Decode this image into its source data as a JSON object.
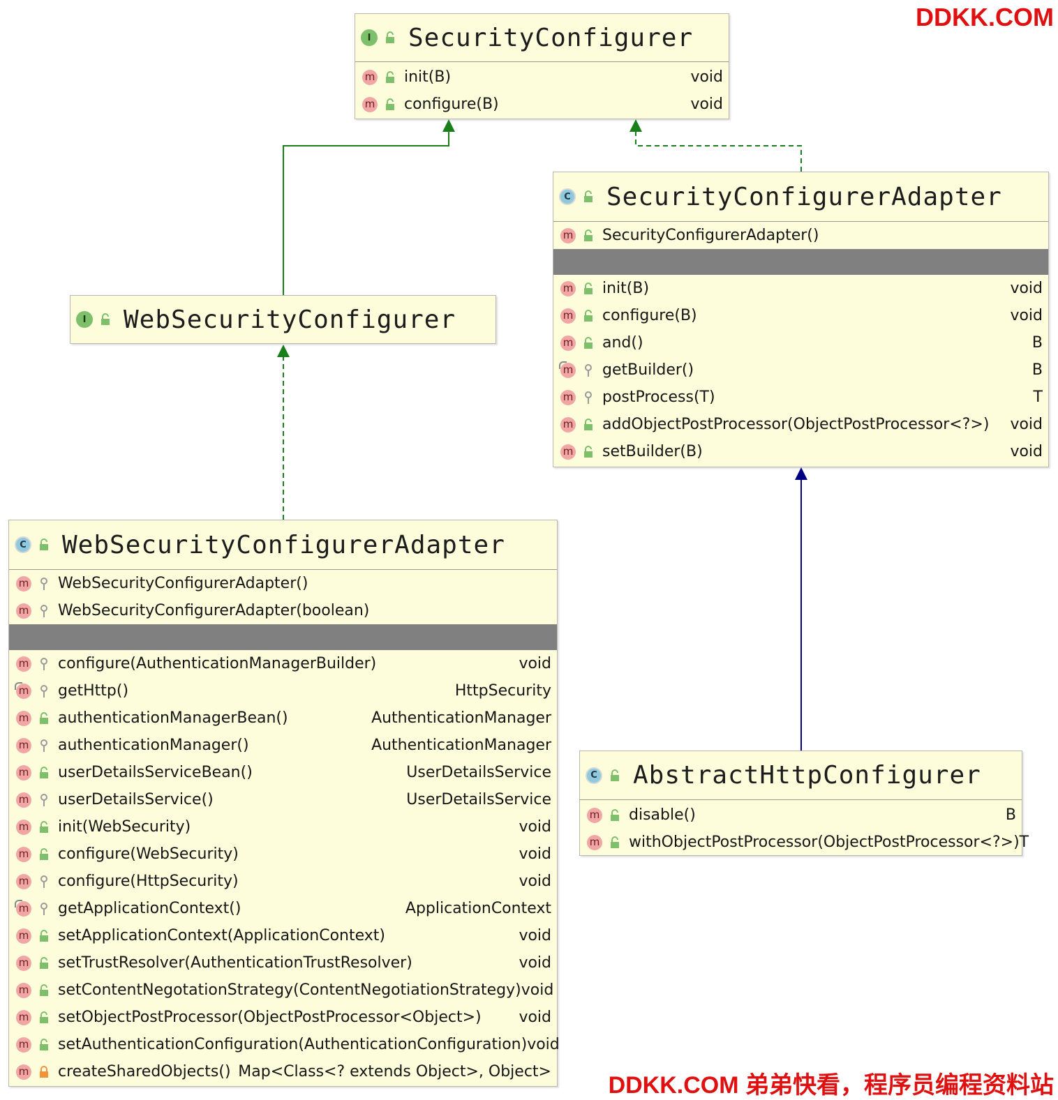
{
  "brand": {
    "top": "DDKK.COM",
    "bottom": "DDKK.COM 弟弟快看，程序员编程资料站"
  },
  "colors": {
    "generalization": "#1a7f1a",
    "implementation": "#1a7f1a",
    "inheritance": "#000080"
  },
  "nodes": {
    "security_configurer": {
      "kind": "interface",
      "kind_letter": "I",
      "name": "SecurityConfigurer",
      "rows": [
        {
          "icon": "method-icon",
          "vis": "public",
          "name": "init(B)",
          "type": "void"
        },
        {
          "icon": "method-icon",
          "vis": "public",
          "name": "configure(B)",
          "type": "void"
        }
      ]
    },
    "security_configurer_adapter": {
      "kind": "class",
      "kind_letter": "C",
      "name": "SecurityConfigurerAdapter",
      "constructors": [
        {
          "vis": "public",
          "name": "SecurityConfigurerAdapter()",
          "type": ""
        }
      ],
      "methods": [
        {
          "vis": "public",
          "name": "init(B)",
          "type": "void"
        },
        {
          "vis": "public",
          "name": "configure(B)",
          "type": "void"
        },
        {
          "vis": "public",
          "name": "and()",
          "type": "B"
        },
        {
          "vis": "protected",
          "abstract": true,
          "name": "getBuilder()",
          "type": "B"
        },
        {
          "vis": "protected",
          "name": "postProcess(T)",
          "type": "T"
        },
        {
          "vis": "public",
          "name": "addObjectPostProcessor(ObjectPostProcessor<?>)",
          "type": "void"
        },
        {
          "vis": "public",
          "name": "setBuilder(B)",
          "type": "void"
        }
      ]
    },
    "web_security_configurer": {
      "kind": "interface",
      "kind_letter": "I",
      "name": "WebSecurityConfigurer"
    },
    "web_security_configurer_adapter": {
      "kind": "class",
      "kind_letter": "C",
      "name": "WebSecurityConfigurerAdapter",
      "constructors": [
        {
          "vis": "protected",
          "name": "WebSecurityConfigurerAdapter()",
          "type": ""
        },
        {
          "vis": "protected",
          "name": "WebSecurityConfigurerAdapter(boolean)",
          "type": ""
        }
      ],
      "methods": [
        {
          "vis": "protected",
          "name": "configure(AuthenticationManagerBuilder)",
          "type": "void"
        },
        {
          "vis": "protected",
          "abstract": true,
          "name": "getHttp()",
          "type": "HttpSecurity"
        },
        {
          "vis": "public",
          "name": "authenticationManagerBean()",
          "type": "AuthenticationManager"
        },
        {
          "vis": "protected",
          "name": "authenticationManager()",
          "type": "AuthenticationManager"
        },
        {
          "vis": "public",
          "name": "userDetailsServiceBean()",
          "type": "UserDetailsService"
        },
        {
          "vis": "protected",
          "name": "userDetailsService()",
          "type": "UserDetailsService"
        },
        {
          "vis": "public",
          "name": "init(WebSecurity)",
          "type": "void"
        },
        {
          "vis": "public",
          "name": "configure(WebSecurity)",
          "type": "void"
        },
        {
          "vis": "protected",
          "name": "configure(HttpSecurity)",
          "type": "void"
        },
        {
          "vis": "protected",
          "abstract": true,
          "name": "getApplicationContext()",
          "type": "ApplicationContext"
        },
        {
          "vis": "public",
          "name": "setApplicationContext(ApplicationContext)",
          "type": "void"
        },
        {
          "vis": "public",
          "name": "setTrustResolver(AuthenticationTrustResolver)",
          "type": "void"
        },
        {
          "vis": "public",
          "name": "setContentNegotationStrategy(ContentNegotiationStrategy)",
          "type": "void"
        },
        {
          "vis": "public",
          "name": "setObjectPostProcessor(ObjectPostProcessor<Object>)",
          "type": "void"
        },
        {
          "vis": "public",
          "name": "setAuthenticationConfiguration(AuthenticationConfiguration)",
          "type": "void"
        },
        {
          "vis": "private",
          "name": "createSharedObjects()",
          "type": "Map<Class<? extends Object>, Object>"
        }
      ]
    },
    "abstract_http_configurer": {
      "kind": "class",
      "kind_letter": "C",
      "name": "AbstractHttpConfigurer",
      "methods": [
        {
          "vis": "public",
          "name": "disable()",
          "type": "B"
        },
        {
          "vis": "public",
          "name": "withObjectPostProcessor(ObjectPostProcessor<?>)",
          "type": "T"
        }
      ]
    }
  },
  "edges": [
    {
      "from": "WebSecurityConfigurer",
      "to": "SecurityConfigurer",
      "kind": "extends",
      "style": "solid",
      "color": "#1a7f1a"
    },
    {
      "from": "SecurityConfigurerAdapter",
      "to": "SecurityConfigurer",
      "kind": "implements",
      "style": "dashed",
      "color": "#1a7f1a"
    },
    {
      "from": "WebSecurityConfigurerAdapter",
      "to": "WebSecurityConfigurer",
      "kind": "implements",
      "style": "dashed",
      "color": "#1a7f1a"
    },
    {
      "from": "AbstractHttpConfigurer",
      "to": "SecurityConfigurerAdapter",
      "kind": "extends",
      "style": "solid",
      "color": "#000080"
    }
  ]
}
